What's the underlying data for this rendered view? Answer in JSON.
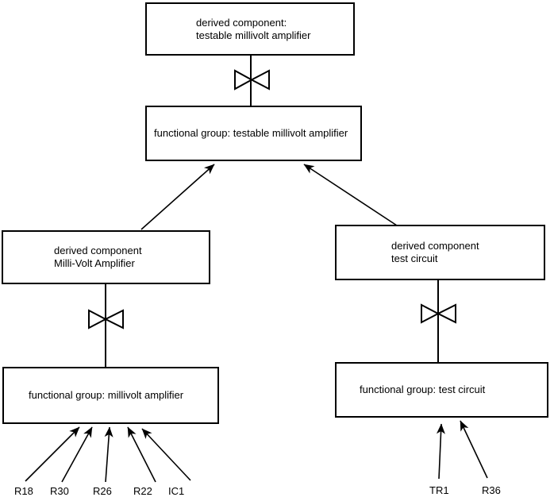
{
  "diagram": {
    "background": "#ffffff",
    "line_color": "#000000",
    "nodes": {
      "top_derived": {
        "label": "derived component:\ntestable millivolt amplifier"
      },
      "top_functional": {
        "label": "functional group: testable millivolt amplifier"
      },
      "left_derived": {
        "label": "derived component\nMilli-Volt Amplifier"
      },
      "right_derived": {
        "label": "derived component\ntest circuit"
      },
      "left_functional": {
        "label": "functional group: millivolt amplifier"
      },
      "right_functional": {
        "label": "functional group: test circuit"
      }
    },
    "components": {
      "left_group": [
        "R18",
        "R30",
        "R26",
        "R22",
        "IC1"
      ],
      "right_group": [
        "TR1",
        "R36"
      ]
    }
  }
}
